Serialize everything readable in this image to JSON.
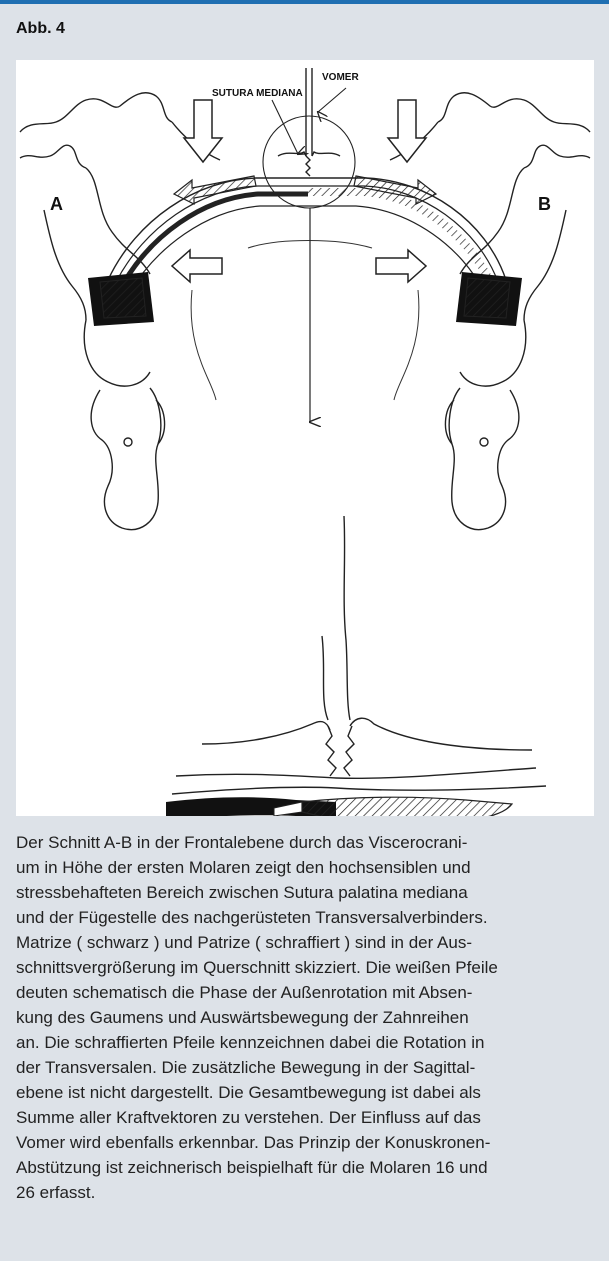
{
  "figure": {
    "label": "Abb. 4",
    "accent_color": "#1f6fb2",
    "background_color": "#dde2e8"
  },
  "diagram": {
    "label_sutura": "SUTURA MEDIANA",
    "label_vomer": "VOMER",
    "label_a": "A",
    "label_b": "B"
  },
  "caption_lines": [
    "Der Schnitt A-B in der Frontalebene durch das Viscerocrani-",
    "um in Höhe der ersten Molaren zeigt den hochsensiblen und",
    "stressbehafteten Bereich zwischen Sutura palatina mediana",
    "und der Fügestelle des nachgerüsteten Transversalverbinders.",
    "Matrize ( schwarz ) und Patrize ( schraffiert ) sind in der Aus-",
    "schnittsvergrößerung im Querschnitt skizziert. Die weißen Pfeile",
    "deuten schematisch die Phase der Außenrotation mit Absen-",
    "kung des Gaumens und Auswärtsbewegung der Zahnreihen",
    "an. Die schraffierten Pfeile kennzeichnen dabei die Rotation in",
    "der Transversalen. Die zusätzliche Bewegung in der Sagittal-",
    "ebene ist nicht dargestellt. Die Gesamtbewegung ist dabei als",
    "Summe aller Kraftvektoren zu verstehen. Der Einfluss auf das",
    "Vomer wird ebenfalls erkennbar. Das Prinzip der Konuskronen-",
    "Abstützung ist zeichnerisch beispielhaft für die Molaren 16 und",
    "26 erfasst."
  ]
}
